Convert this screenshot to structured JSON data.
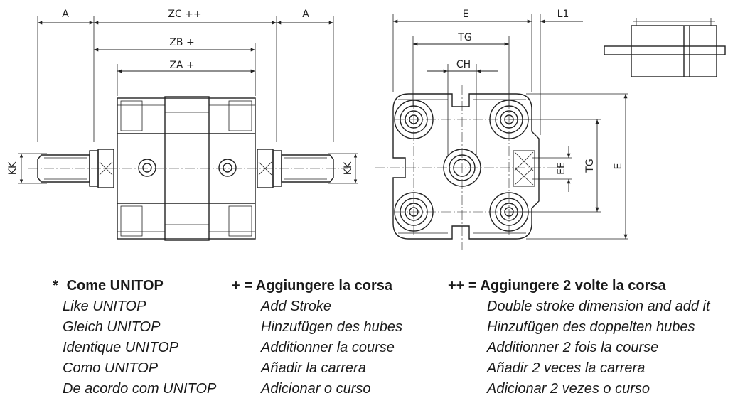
{
  "dimensions": {
    "a_left": "A",
    "zc": "ZC ++",
    "a_right": "A",
    "zb": "ZB +",
    "za": "ZA +",
    "kk_left": "KK",
    "kk_right": "KK",
    "e_top": "E",
    "l1": "L1",
    "tg_top": "TG",
    "ch": "CH",
    "ee": "EE",
    "tg_side": "TG",
    "e_side": "E"
  },
  "legend": [
    {
      "mark": "*",
      "title": "Come UNITOP",
      "translations": [
        "Like UNITOP",
        "Gleich UNITOP",
        "Identique UNITOP",
        "Como UNITOP",
        "De acordo com UNITOP"
      ]
    },
    {
      "mark": "+ =",
      "title": "Aggiungere la corsa",
      "translations": [
        "Add Stroke",
        "Hinzufügen des hubes",
        "Additionner la course",
        "Añadir la carrera",
        "Adicionar o curso"
      ]
    },
    {
      "mark": "++ =",
      "title": "Aggiungere 2 volte la corsa",
      "translations": [
        "Double stroke dimension and add it",
        "Hinzufügen des doppelten hubes",
        "Additionner 2 fois la course",
        "Añadir 2 veces la carrera",
        "Adicionar 2 vezes o curso"
      ]
    }
  ]
}
